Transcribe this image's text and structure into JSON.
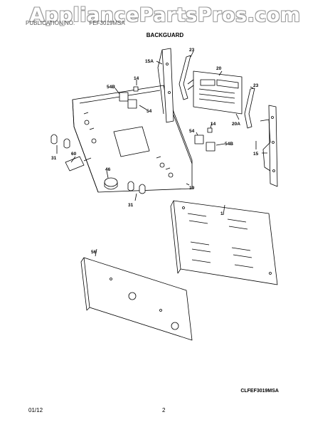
{
  "watermark": "AppliancePartsPros.com",
  "header": {
    "left": "PUBLICATION NO.",
    "right": "FEF3019MSA"
  },
  "section_title": "BACKGUARD",
  "parts": {
    "p1": "1",
    "p14a": "14",
    "p14b": "14",
    "p15": "15",
    "p15a": "15A",
    "p19": "19",
    "p20": "20",
    "p20a": "20A",
    "p23a": "23",
    "p23b": "23",
    "p31a": "31",
    "p31b": "31",
    "p46": "46",
    "p54a": "54",
    "p54b": "54",
    "p54Ba": "54B",
    "p54Bb": "54B",
    "p56": "56",
    "p60": "60"
  },
  "model_code": "CLFEF3019MSA",
  "footer": {
    "date": "01/12",
    "page": "2"
  }
}
